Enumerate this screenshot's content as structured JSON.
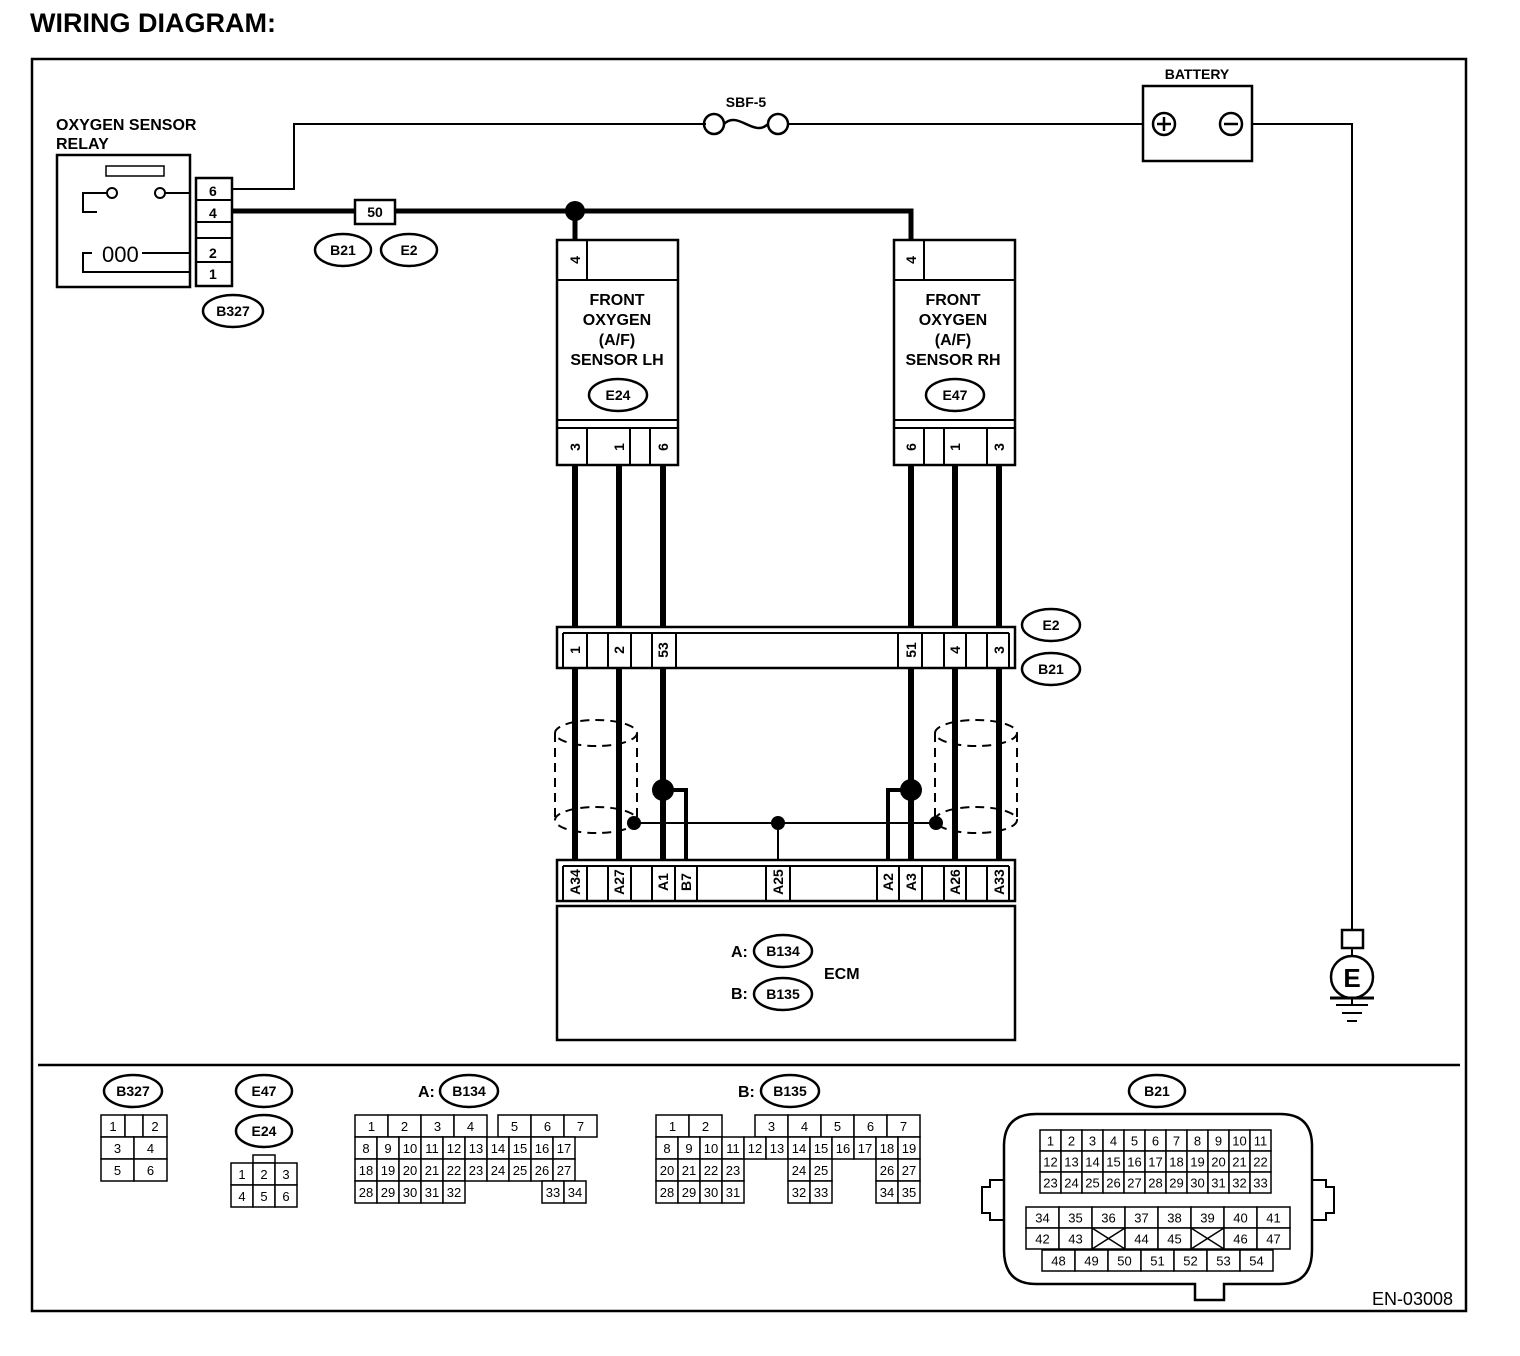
{
  "title": "WIRING DIAGRAM:",
  "figure_id": "EN-03008",
  "relay": {
    "label_line1": "OXYGEN SENSOR",
    "label_line2": "RELAY",
    "pins": [
      "6",
      "4",
      "2",
      "1"
    ],
    "connector": "B327"
  },
  "fuse": {
    "label": "SBF-5"
  },
  "battery": {
    "label": "BATTERY"
  },
  "inline_fuse": {
    "label": "50",
    "connectors": [
      "B21",
      "E2"
    ]
  },
  "sensor_lh": {
    "lines": [
      "FRONT",
      "OXYGEN",
      "(A/F)",
      "SENSOR LH"
    ],
    "connector": "E24",
    "top_pin": "4",
    "pins": [
      "3",
      "1",
      "6"
    ]
  },
  "sensor_rh": {
    "lines": [
      "FRONT",
      "OXYGEN",
      "(A/F)",
      "SENSOR RH"
    ],
    "connector": "E47",
    "top_pin": "4",
    "pins": [
      "6",
      "1",
      "3"
    ]
  },
  "joint": {
    "connectors": [
      "E2",
      "B21"
    ],
    "pins": [
      "1",
      "2",
      "53",
      "51",
      "4",
      "3"
    ]
  },
  "ecm": {
    "label": "ECM",
    "pins": [
      "A34",
      "A27",
      "A1",
      "B7",
      "A25",
      "A2",
      "A3",
      "A26",
      "A33"
    ],
    "conn_a_prefix": "A:",
    "conn_a": "B134",
    "conn_b_prefix": "B:",
    "conn_b": "B135"
  },
  "ground": {
    "label": "E"
  },
  "legend": {
    "b327": {
      "name": "B327",
      "rows": [
        [
          "1",
          "2"
        ],
        [
          "3",
          "4"
        ],
        [
          "5",
          "6"
        ]
      ]
    },
    "e47_e24": {
      "names": [
        "E47",
        "E24"
      ],
      "rows": [
        [
          "1",
          "2",
          "3"
        ],
        [
          "4",
          "5",
          "6"
        ]
      ]
    },
    "b134": {
      "prefix": "A:",
      "name": "B134",
      "rows": [
        [
          "1",
          "2",
          "3",
          "4",
          "5",
          "6",
          "7"
        ],
        [
          "8",
          "9",
          "10",
          "11",
          "12",
          "13",
          "14",
          "15",
          "16",
          "17"
        ],
        [
          "18",
          "19",
          "20",
          "21",
          "22",
          "23",
          "24",
          "25",
          "26",
          "27"
        ],
        [
          "28",
          "29",
          "30",
          "31",
          "32",
          "33",
          "34"
        ]
      ]
    },
    "b135": {
      "prefix": "B:",
      "name": "B135",
      "rows": [
        [
          "1",
          "2",
          "3",
          "4",
          "5",
          "6",
          "7"
        ],
        [
          "8",
          "9",
          "10",
          "11",
          "12",
          "13",
          "14",
          "15",
          "16",
          "17",
          "18",
          "19"
        ],
        [
          "20",
          "21",
          "22",
          "23",
          "24",
          "25",
          "26",
          "27"
        ],
        [
          "28",
          "29",
          "30",
          "31",
          "32",
          "33",
          "34",
          "35"
        ]
      ]
    },
    "b21": {
      "name": "B21",
      "rows": [
        [
          "1",
          "2",
          "3",
          "4",
          "5",
          "6",
          "7",
          "8",
          "9",
          "10",
          "11"
        ],
        [
          "12",
          "13",
          "14",
          "15",
          "16",
          "17",
          "18",
          "19",
          "20",
          "21",
          "22"
        ],
        [
          "23",
          "24",
          "25",
          "26",
          "27",
          "28",
          "29",
          "30",
          "31",
          "32",
          "33"
        ],
        [
          "34",
          "35",
          "36",
          "37",
          "38",
          "39",
          "40",
          "41"
        ],
        [
          "42",
          "43",
          "44",
          "45",
          "46",
          "47"
        ],
        [
          "48",
          "49",
          "50",
          "51",
          "52",
          "53",
          "54"
        ]
      ]
    }
  }
}
